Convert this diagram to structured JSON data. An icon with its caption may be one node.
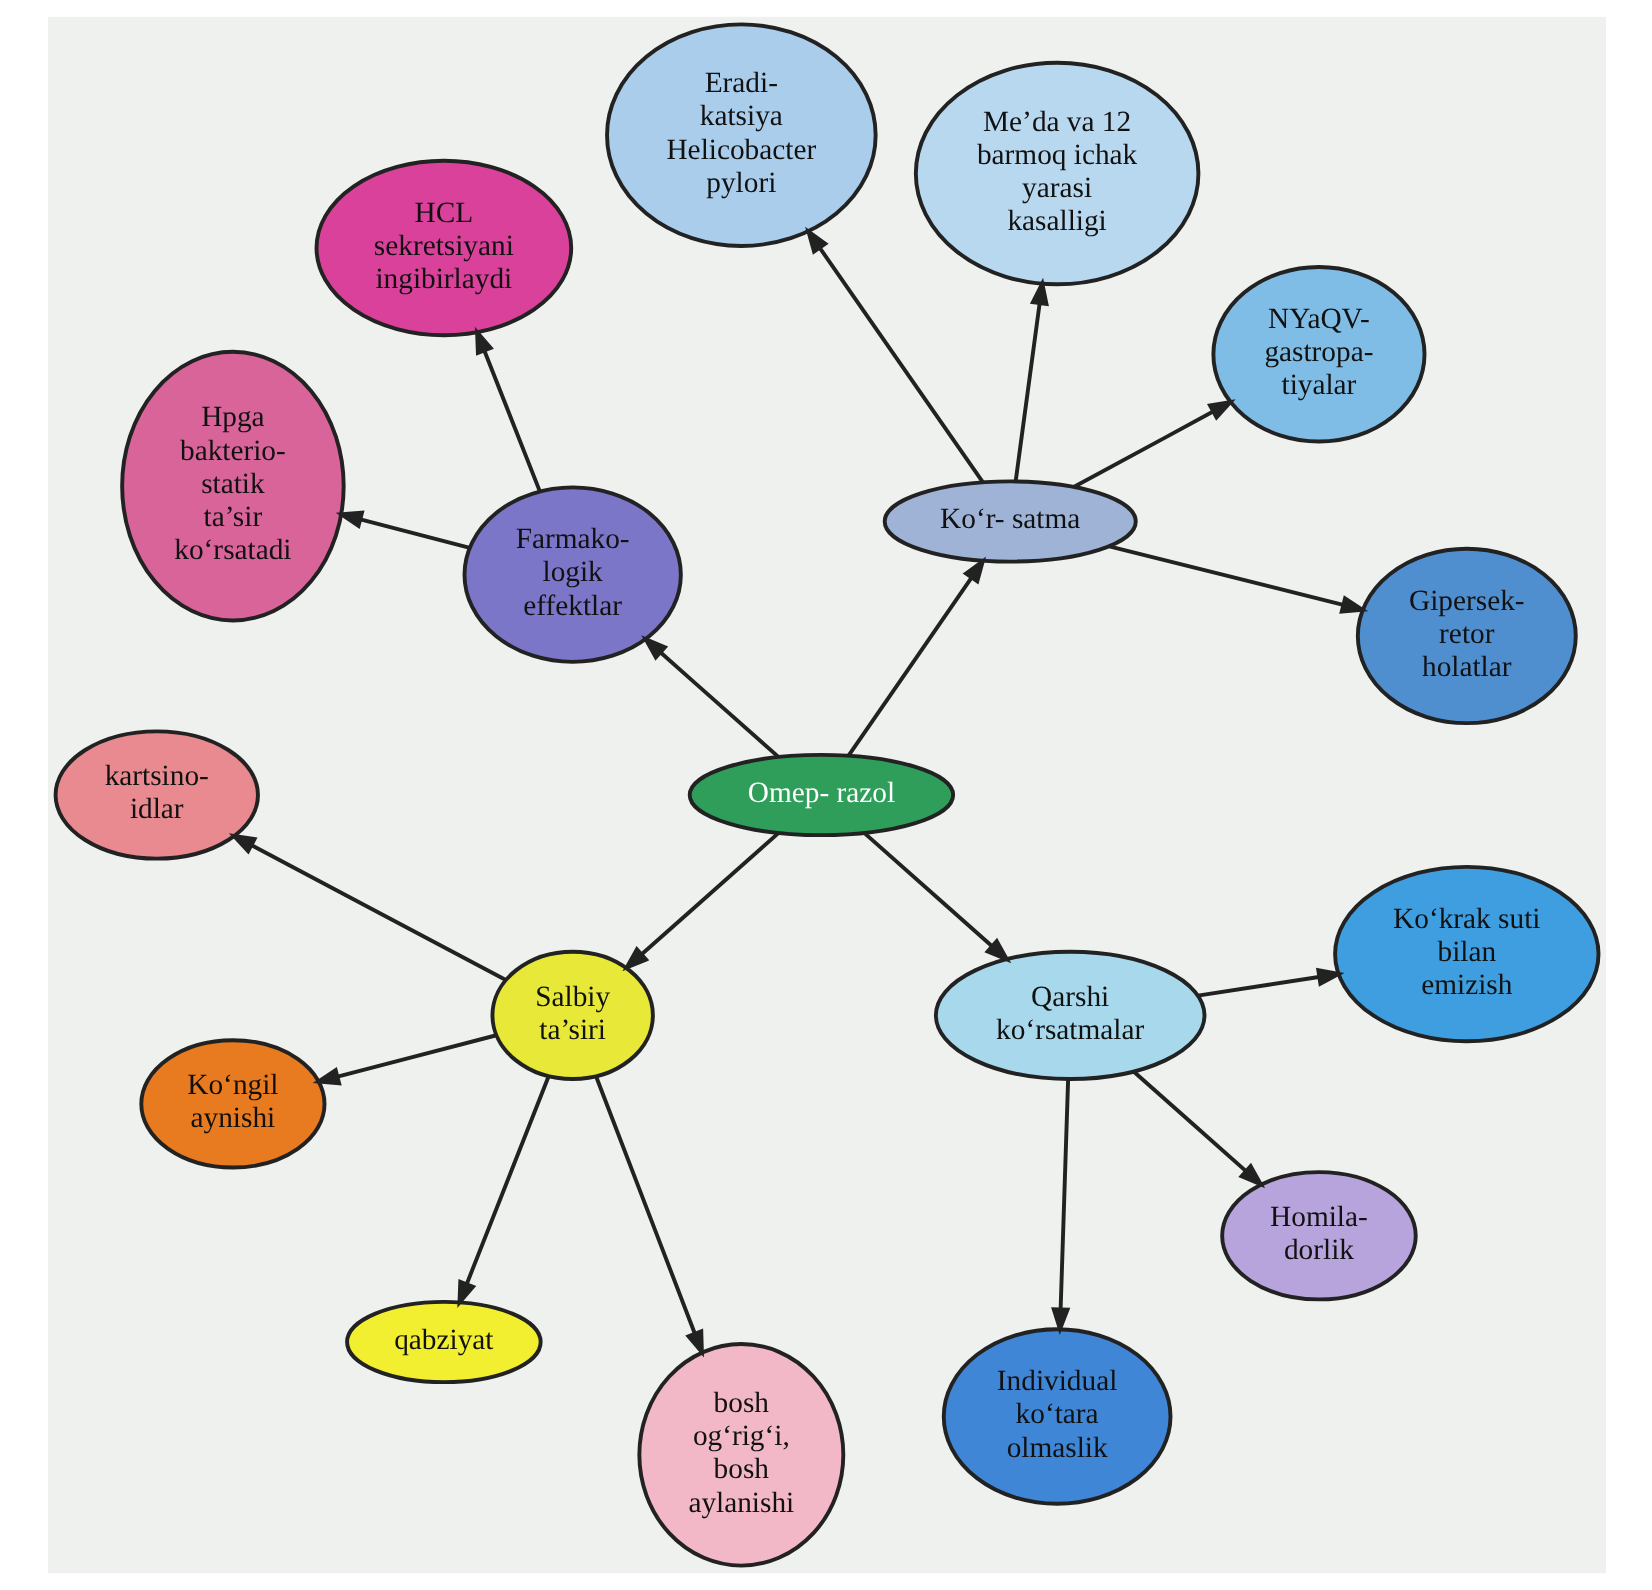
{
  "diagram": {
    "nodes": [
      {
        "text": [
          "Omep- razol"
        ]
      },
      {
        "text": [
          "Ko‘r- satma"
        ]
      },
      {
        "text": [
          "Gipersek- retor holatlar"
        ]
      },
      {
        "text": [
          "NYaQV- gastropa- tiyalar"
        ]
      },
      {
        "text": [
          "Me’da va 12 barmoq ichak yarasi kasalligi"
        ]
      },
      {
        "text": [
          "Eradi- katsiya Helicobacter pylori"
        ]
      },
      {
        "text": [
          "Farmako- logik effektlar"
        ]
      },
      {
        "text": [
          "HCL sekretsiyani ingibirlaydi"
        ]
      },
      {
        "text": [
          "Hpga bakterio- statik ta’sir ko‘rsatadi"
        ]
      },
      {
        "text": [
          "Salbiy ta’siri"
        ]
      },
      {
        "text": [
          "kartsino- idlar"
        ]
      },
      {
        "text": [
          "Ko‘ngil aynishi"
        ]
      },
      {
        "text": [
          "qabziyat"
        ]
      },
      {
        "text": [
          "bosh og‘rig‘i, bosh aylanishi"
        ]
      },
      {
        "text": [
          "Qarshi ko‘rsatmalar"
        ]
      },
      {
        "text": [
          "Individual ko‘tara olmaslik"
        ]
      },
      {
        "text": [
          "Homila- dorlik"
        ]
      },
      {
        "text": [
          "Ko‘krak suti bilan emizish"
        ]
      }
    ],
    "edges": [
      {
        "from": 0,
        "to": 1,
        "arrow": "to"
      },
      {
        "from": 1,
        "to": 2,
        "arrow": "to"
      },
      {
        "from": 1,
        "to": 3,
        "arrow": "to"
      },
      {
        "from": 1,
        "to": 4,
        "arrow": "to"
      },
      {
        "from": 1,
        "to": 5,
        "arrow": "to"
      },
      {
        "from": 0,
        "to": 6,
        "arrow": "to"
      },
      {
        "from": 6,
        "to": 7,
        "arrow": "to"
      },
      {
        "from": 6,
        "to": 8,
        "arrow": "to"
      },
      {
        "from": 0,
        "to": 9,
        "arrow": "to"
      },
      {
        "from": 9,
        "to": 10,
        "arrow": "to"
      },
      {
        "from": 9,
        "to": 11,
        "arrow": "to"
      },
      {
        "from": 9,
        "to": 12,
        "arrow": "to"
      },
      {
        "from": 9,
        "to": 13,
        "arrow": "to"
      },
      {
        "from": 0,
        "to": 14,
        "arrow": "to"
      },
      {
        "from": 14,
        "to": 15,
        "arrow": "to"
      },
      {
        "from": 14,
        "to": 16,
        "arrow": "to"
      },
      {
        "from": 14,
        "to": 17,
        "arrow": "to"
      }
    ]
  }
}
